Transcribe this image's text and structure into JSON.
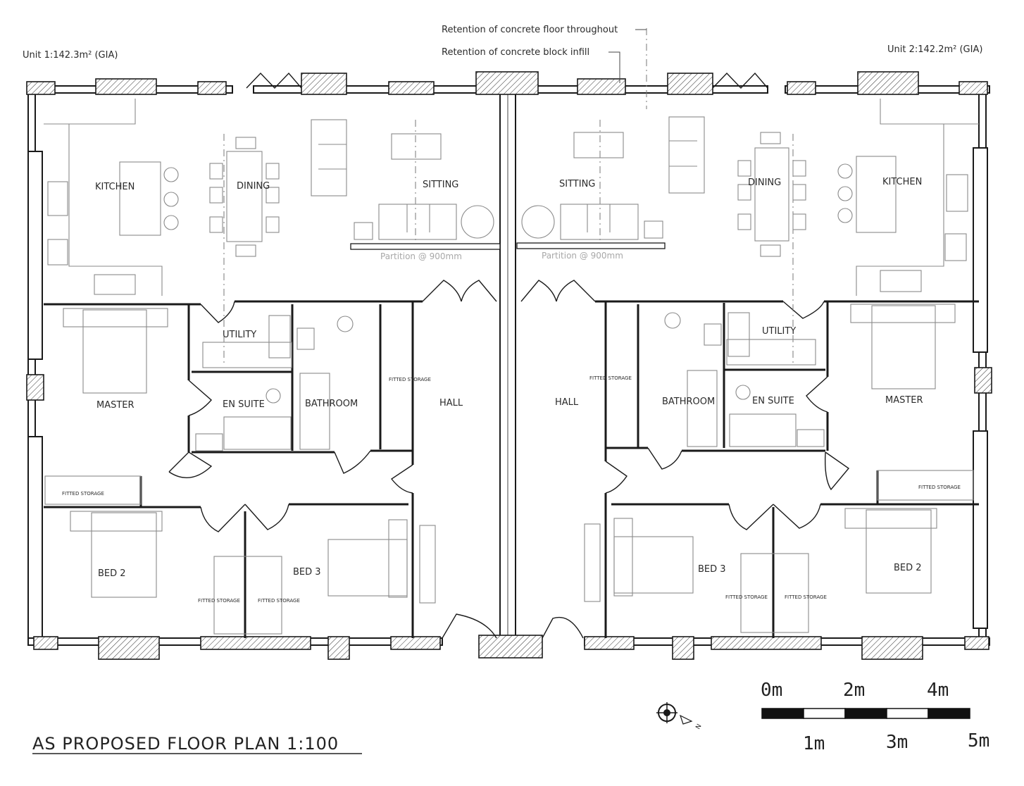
{
  "title": "AS PROPOSED FLOOR PLAN 1:100",
  "units": {
    "left": "Unit 1:142.3m² (GIA)",
    "right": "Unit 2:142.2m² (GIA)"
  },
  "notes": {
    "concrete_floor": "Retention of concrete floor throughout",
    "block_infill": "Retention of concrete block infill"
  },
  "partition_note": "Partition @ 900mm",
  "rooms": {
    "kitchen": "KITCHEN",
    "dining": "DINING",
    "sitting": "SITTING",
    "utility": "UTILITY",
    "en_suite": "EN SUITE",
    "bathroom": "BATHROOM",
    "hall": "HALL",
    "master": "MASTER",
    "bed2": "BED 2",
    "bed3": "BED 3",
    "fitted_storage": "FITTED STORAGE"
  },
  "scale_bar": {
    "top_labels": [
      "0m",
      "2m",
      "4m"
    ],
    "bottom_labels": [
      "1m",
      "3m",
      "5m"
    ],
    "segments": 5
  },
  "north_label": "N",
  "colors": {
    "line": "#1a1a1a",
    "furniture": "#8a8a8a",
    "partition_text": "#a8a8a8"
  }
}
